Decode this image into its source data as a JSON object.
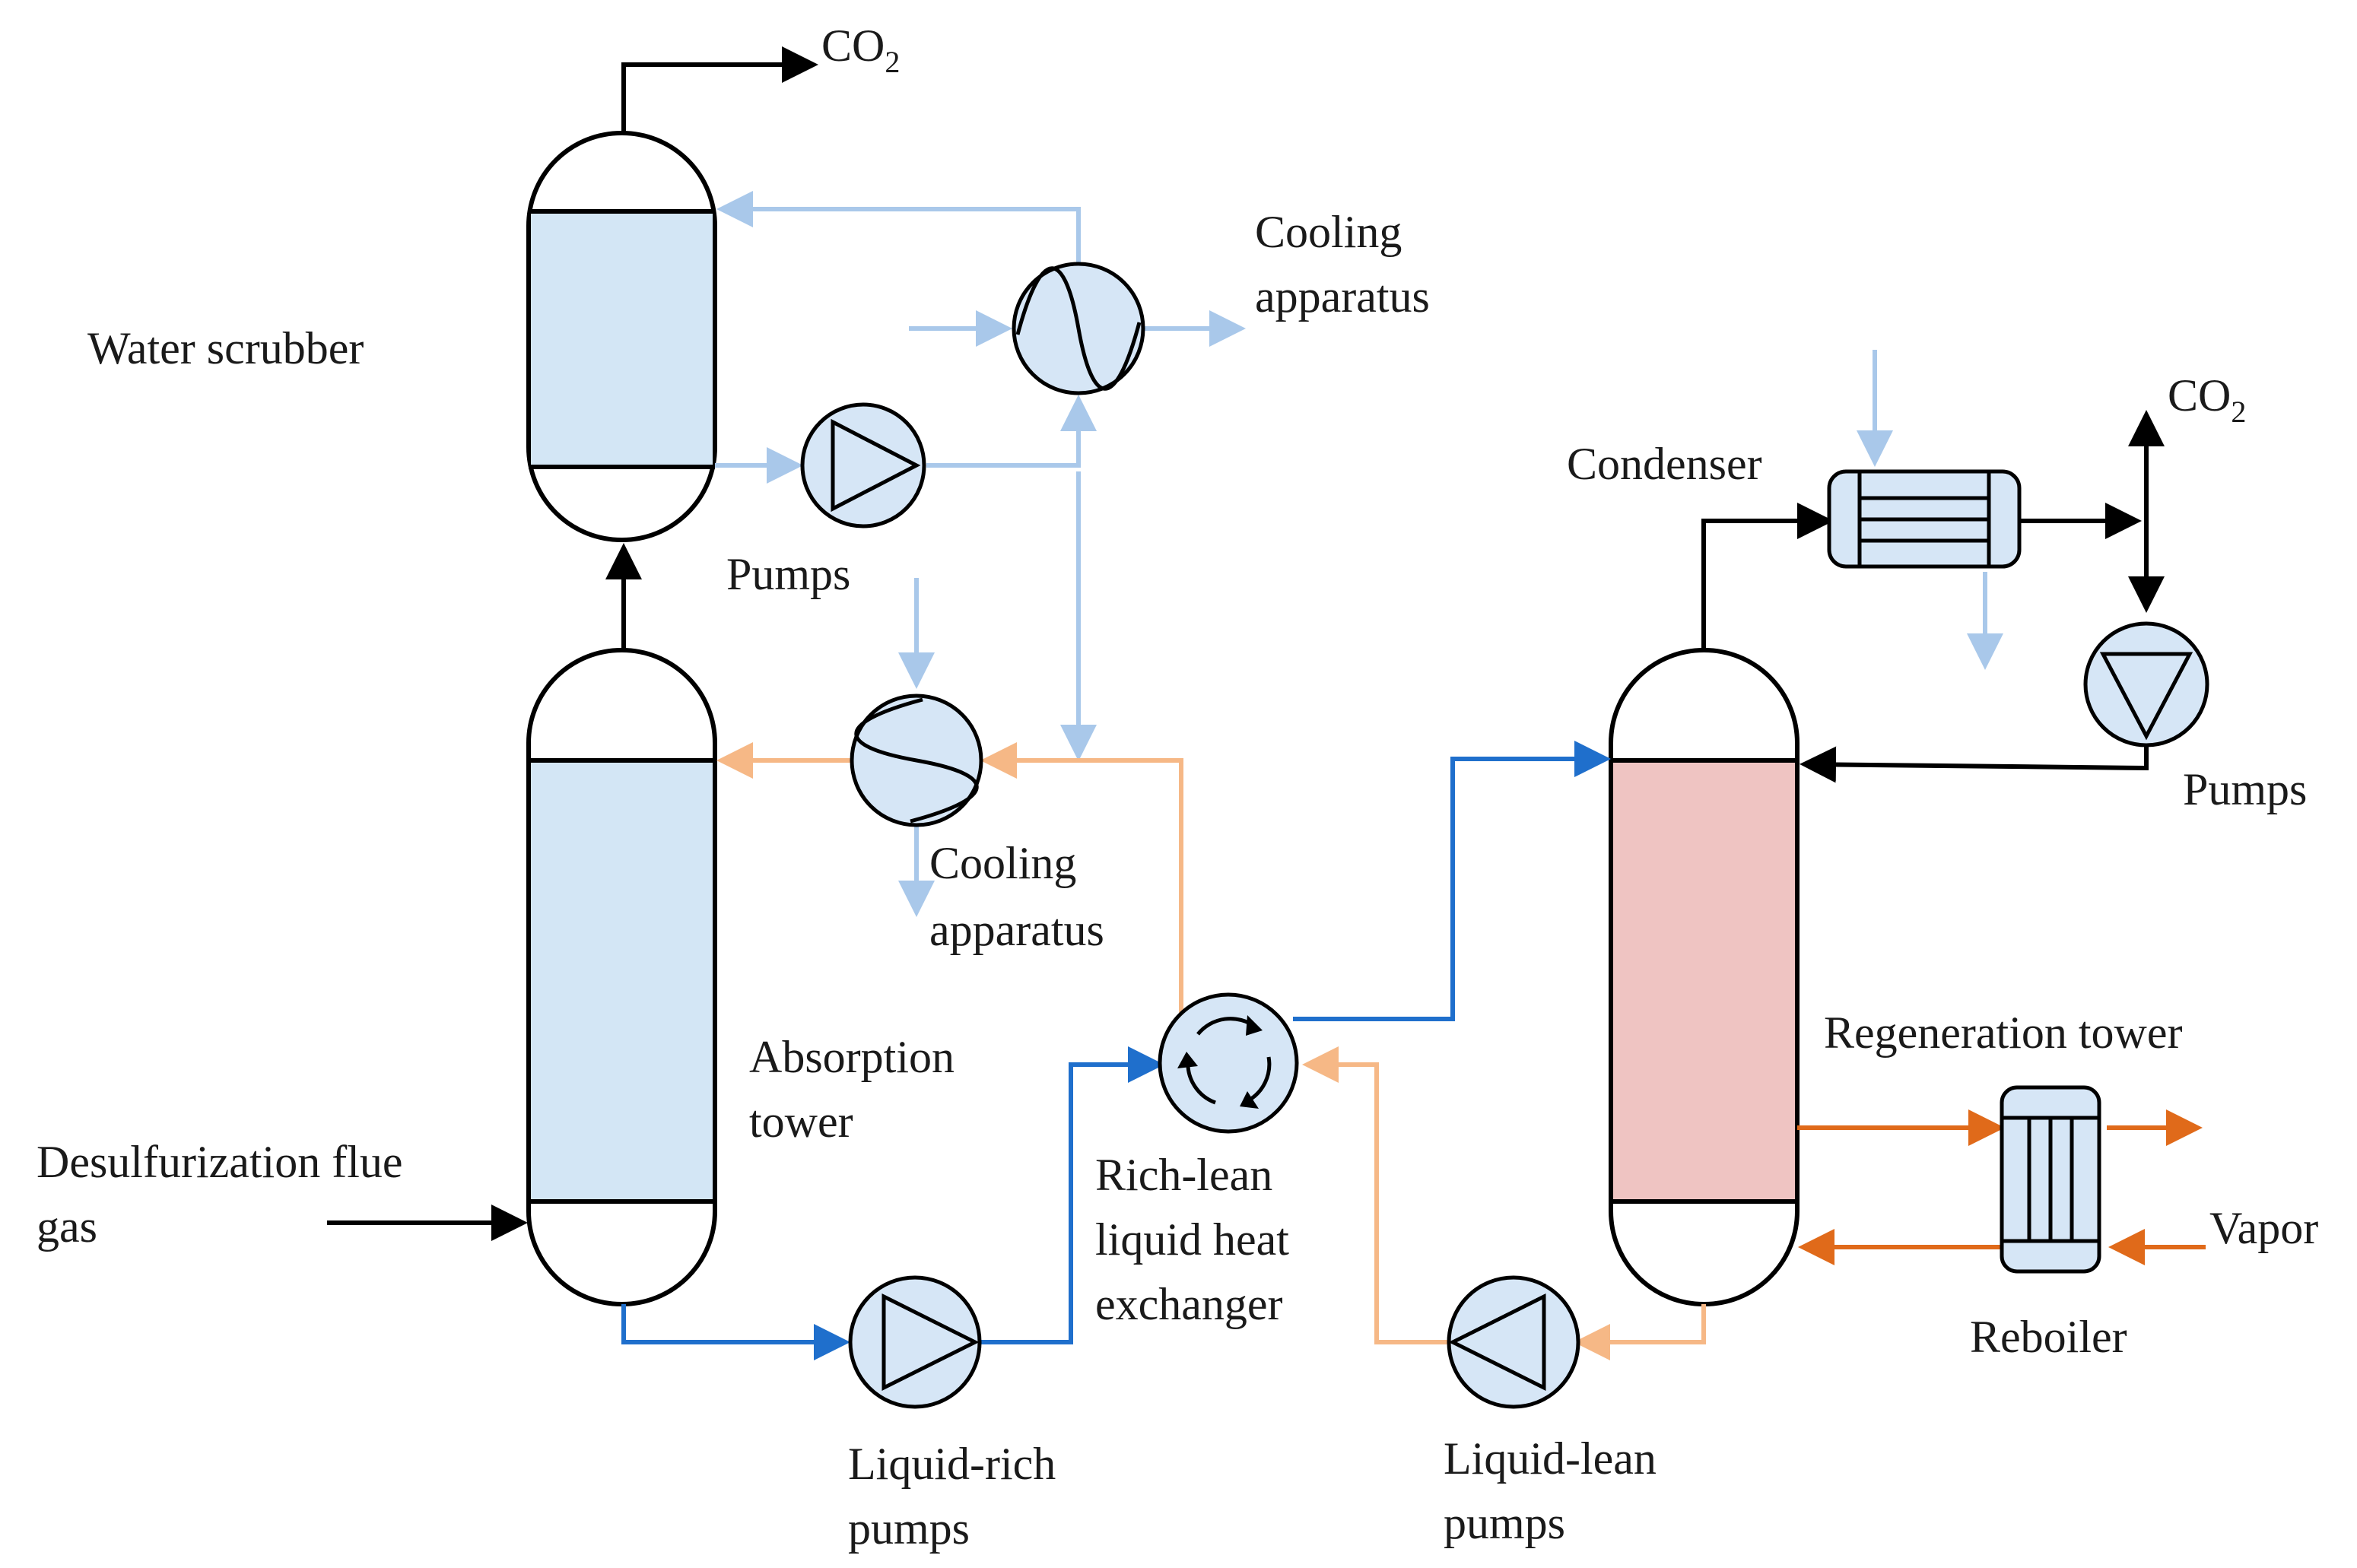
{
  "colors": {
    "process_gas": "#000000",
    "cooling_water": "#a9c8ea",
    "rich_liquid": "#1f6fcc",
    "lean_liquid": "#f6b886",
    "steam": "#e06a1a",
    "packing_blue": "#d3e6f5",
    "packing_red": "#efc4c2",
    "equipment_fill": "#d6e6f6"
  },
  "labels": {
    "co2_top": {
      "main": "CO",
      "sub": "2"
    },
    "co2_right": {
      "main": "CO",
      "sub": "2"
    },
    "water_scrubber": "Water scrubber",
    "cooling_apparatus_top": [
      "Cooling",
      "apparatus"
    ],
    "cooling_apparatus_mid": [
      "Cooling",
      "apparatus"
    ],
    "pumps_top": "Pumps",
    "pumps_right": "Pumps",
    "condenser": "Condenser",
    "absorption_tower": [
      "Absorption",
      "tower"
    ],
    "desulfurization_flue_gas": [
      "Desulfurization flue",
      "gas"
    ],
    "rich_lean_heat_exchanger": [
      "Rich-lean",
      "liquid heat",
      "exchanger"
    ],
    "regeneration_tower": "Regeneration tower",
    "vapor": "Vapor",
    "reboiler": "Reboiler",
    "liquid_rich_pumps": [
      "Liquid-rich",
      "pumps"
    ],
    "liquid_lean_pumps": [
      "Liquid-lean",
      "pumps"
    ]
  },
  "icons": {
    "pump": "pump-triangle-icon",
    "cooler": "cooler-wave-icon",
    "heat_exchanger": "circular-arrows-icon",
    "condenser": "shell-tube-icon",
    "reboiler": "shell-tube-icon"
  }
}
